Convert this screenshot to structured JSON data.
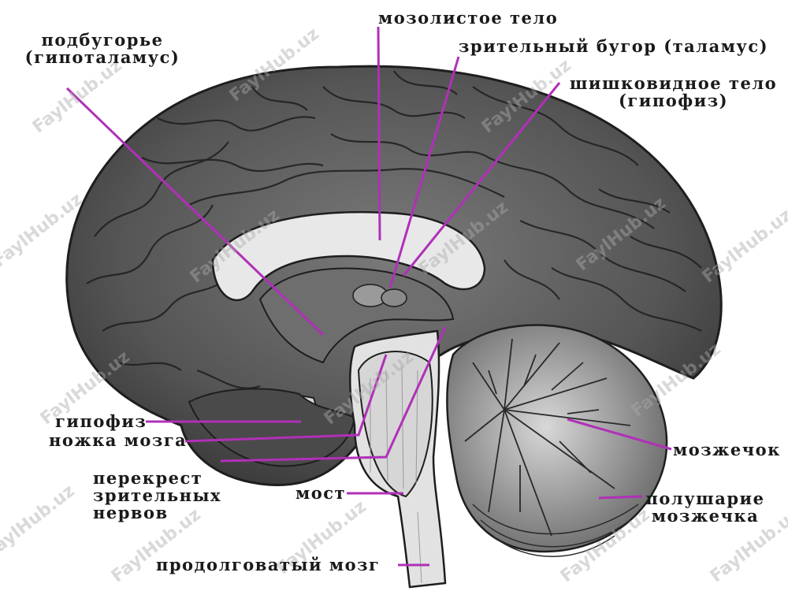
{
  "labels": {
    "hypothalamus_1": "подбугорье",
    "hypothalamus_2": "(гипоталамус)",
    "corpus_callosum": "мозолистое тело",
    "thalamus": "зрительный бугор (таламус)",
    "pineal_1": "шишковидное тело",
    "pineal_2": "(гипофиз)",
    "pituitary": "гипофиз",
    "cerebral_peduncle": "ножка мозга",
    "optic_chiasm_1": "перекрест",
    "optic_chiasm_2": "зрительных",
    "optic_chiasm_3": "нервов",
    "pons": "мост",
    "medulla": "продолговатый мозг",
    "cerebellum": "мозжечок",
    "cerebellar_hemisphere_1": "полушарие",
    "cerebellar_hemisphere_2": "мозжечка"
  },
  "watermark": "FaylHub.uz",
  "colors": {
    "pointer": "#b030b8",
    "cortex": "#5e5e5e",
    "gyrus_line": "#1e1e1e",
    "white_matter": "#e4e4e4",
    "label_text": "#1a1a1a"
  }
}
